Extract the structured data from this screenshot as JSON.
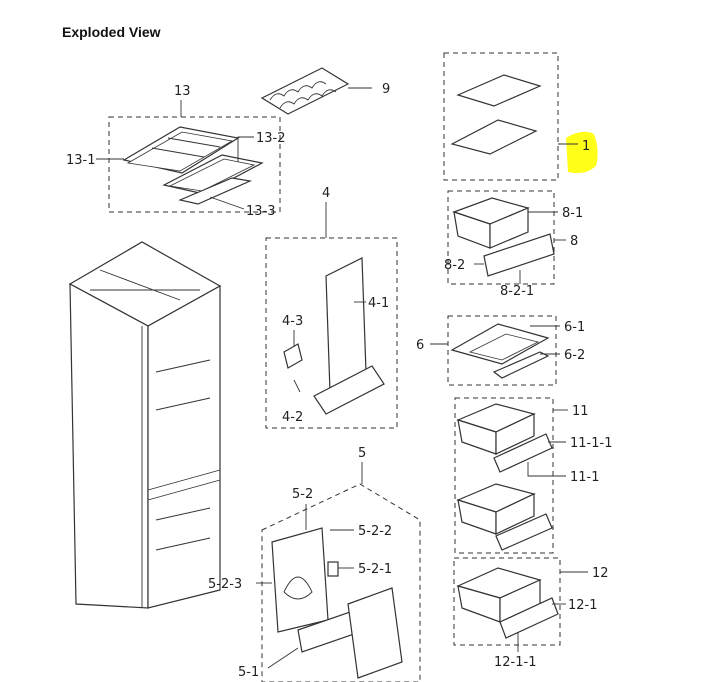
{
  "title": "Exploded View",
  "highlight_color": "#ffff1a",
  "labels": {
    "l1": "1",
    "l4": "4",
    "l4_1": "4-1",
    "l4_2": "4-2",
    "l4_3": "4-3",
    "l5": "5",
    "l5_1": "5-1",
    "l5_2": "5-2",
    "l5_2_1": "5-2-1",
    "l5_2_2": "5-2-2",
    "l5_2_3": "5-2-3",
    "l6": "6",
    "l6_1": "6-1",
    "l6_2": "6-2",
    "l8": "8",
    "l8_1": "8-1",
    "l8_2": "8-2",
    "l8_2_1": "8-2-1",
    "l9": "9",
    "l11": "11",
    "l11_1": "11-1",
    "l11_1_1": "11-1-1",
    "l12": "12",
    "l12_1": "12-1",
    "l12_1_1": "12-1-1",
    "l13": "13",
    "l13_1": "13-1",
    "l13_2": "13-2",
    "l13_3": "13-3"
  }
}
